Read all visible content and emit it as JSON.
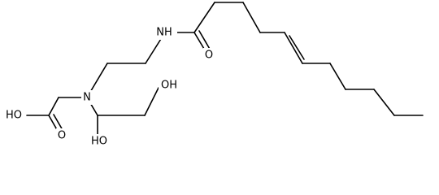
{
  "molecule": {
    "atoms": {
      "nh": "NH",
      "amide_o": "O",
      "n_tertiary": "N",
      "ho_acid": "HO",
      "o_acid": "O",
      "ho_chain_top": "OH",
      "ho_chain_bottom": "HO"
    }
  },
  "colors": {
    "bond": "#000000",
    "text": "#000000",
    "background": "#ffffff"
  }
}
